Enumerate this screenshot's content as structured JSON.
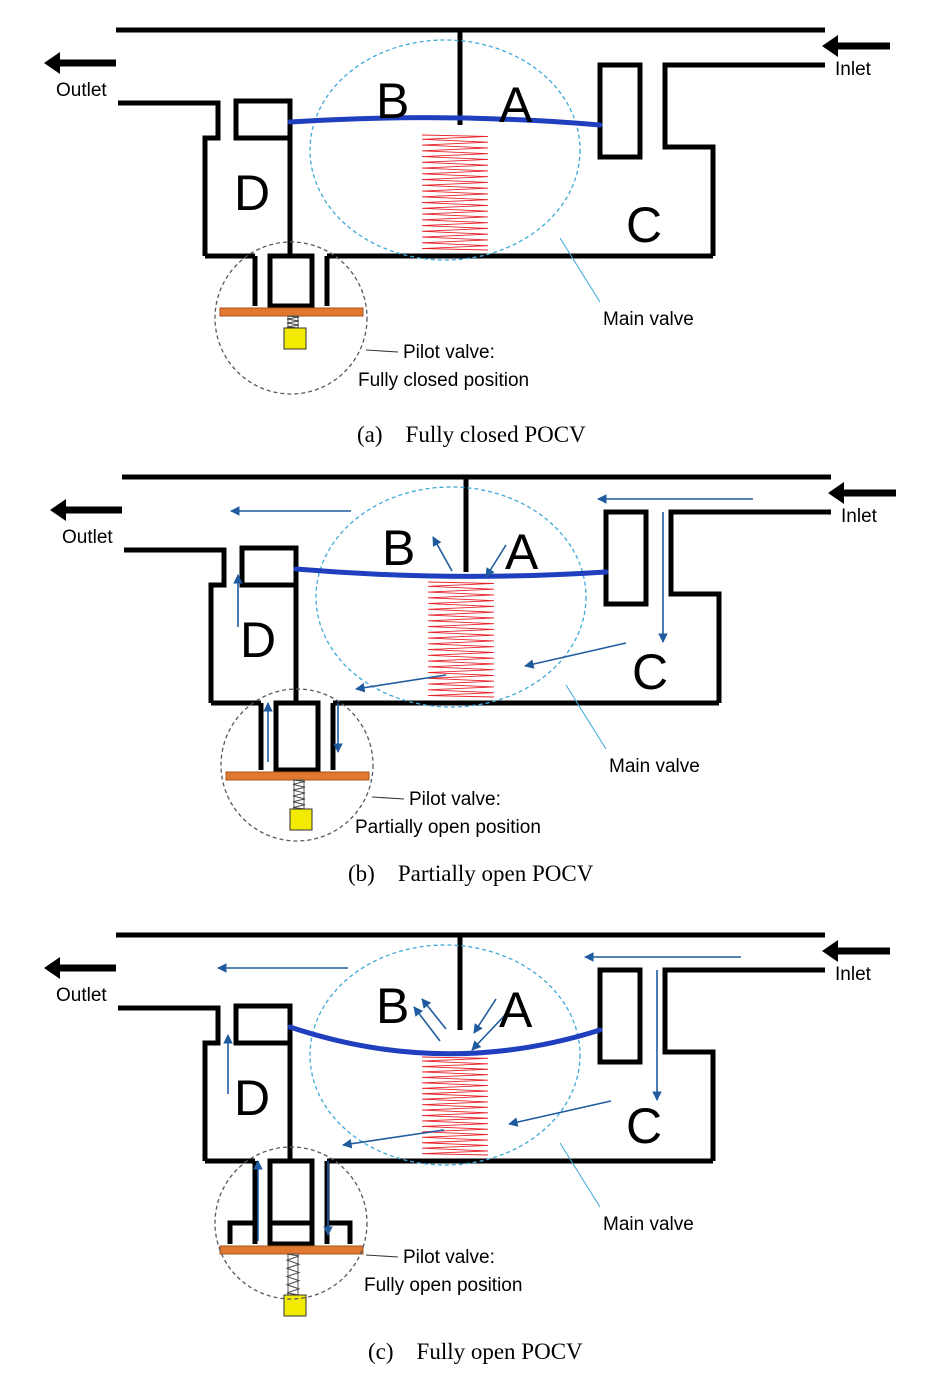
{
  "colors": {
    "wall": "#000000",
    "diaphragm": "#1f3fbf",
    "spring": "#e8232a",
    "flow_arrow": "#1f5b9e",
    "ellipse": "#3fa9d8",
    "plate": "#e0792f",
    "plug": "#f2ea00",
    "pilot_circle": "#555a66"
  },
  "panels": [
    {
      "outlet": "Outlet",
      "inlet": "Inlet",
      "chamber_a": "A",
      "chamber_b": "B",
      "chamber_c": "C",
      "chamber_d": "D",
      "main_valve": "Main valve",
      "pilot_line1": "Pilot valve:",
      "pilot_line2": "Fully closed position",
      "caption": "(a)    Fully closed POCV",
      "pilot_state": "closed"
    },
    {
      "outlet": "Outlet",
      "inlet": "Inlet",
      "chamber_a": "A",
      "chamber_b": "B",
      "chamber_c": "C",
      "chamber_d": "D",
      "main_valve": "Main valve",
      "pilot_line1": "Pilot valve:",
      "pilot_line2": "Partially open position",
      "caption": "(b)    Partially open POCV",
      "pilot_state": "partially open"
    },
    {
      "outlet": "Outlet",
      "inlet": "Inlet",
      "chamber_a": "A",
      "chamber_b": "B",
      "chamber_c": "C",
      "chamber_d": "D",
      "main_valve": "Main valve",
      "pilot_line1": "Pilot valve:",
      "pilot_line2": "Fully open position",
      "caption": "(c)    Fully open POCV",
      "pilot_state": "fully open"
    }
  ]
}
